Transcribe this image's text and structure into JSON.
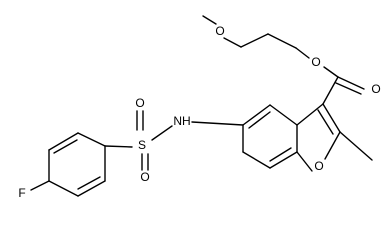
{
  "atoms": [
    {
      "id": "me_o",
      "text": "O"
    },
    {
      "id": "ester_o",
      "text": "O"
    },
    {
      "id": "carbonyl_o",
      "text": "O"
    },
    {
      "id": "nh",
      "text": "NH"
    },
    {
      "id": "s",
      "text": "S"
    },
    {
      "id": "so_top",
      "text": "O"
    },
    {
      "id": "so_bottom",
      "text": "O"
    },
    {
      "id": "furan_o",
      "text": "O"
    },
    {
      "id": "f",
      "text": "F"
    }
  ],
  "colors": {
    "bond": "#000000",
    "background": "#ffffff"
  }
}
